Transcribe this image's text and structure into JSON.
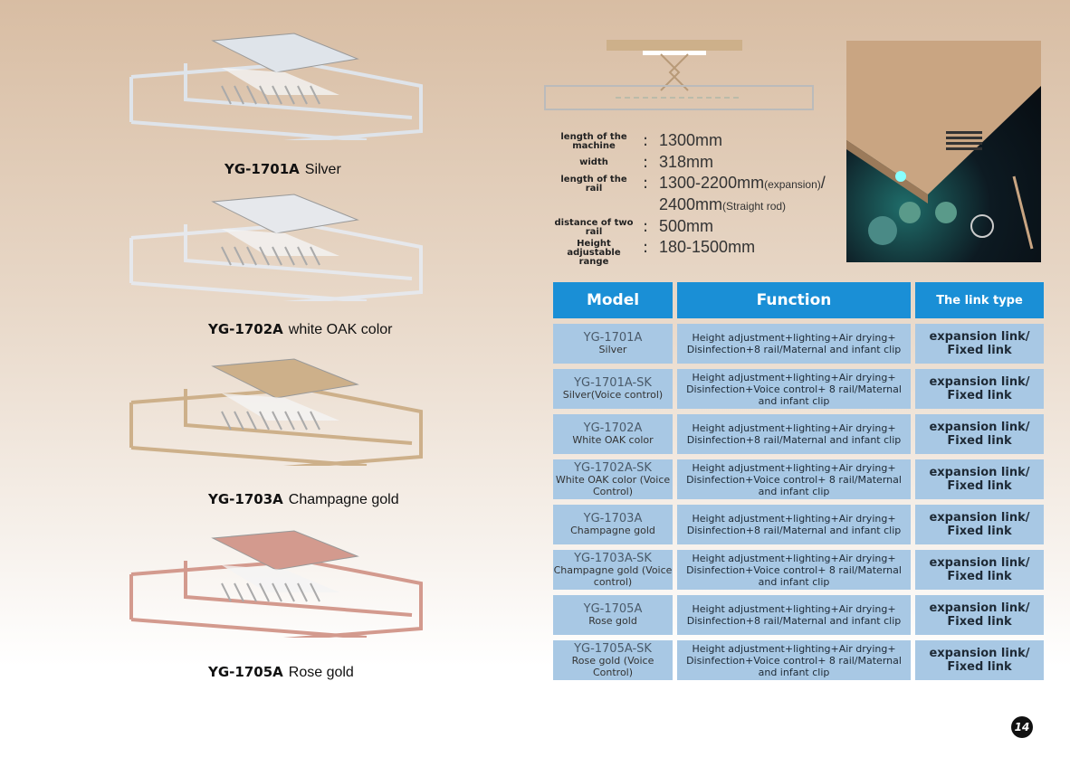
{
  "products": [
    {
      "model": "YG-1701A",
      "color": "Silver",
      "tint": "#dfe4ea"
    },
    {
      "model": "YG-1702A",
      "color": "white OAK color",
      "tint": "#e6e8ec"
    },
    {
      "model": "YG-1703A",
      "color": "Champagne gold",
      "tint": "#cdb08a"
    },
    {
      "model": "YG-1705A",
      "color": "Rose gold",
      "tint": "#d39a8e"
    }
  ],
  "specs": [
    {
      "key": "length of the machine",
      "value": "1300mm"
    },
    {
      "key": "width",
      "value": "318mm"
    },
    {
      "key": "length of the rail",
      "value": "1300-2200mm",
      "note": "(expansion)",
      "suffix": "/"
    },
    {
      "value": "2400mm",
      "note": "(Straight rod)"
    },
    {
      "key": "distance of two rail",
      "value": "500mm"
    },
    {
      "key": "Height adjustable range",
      "value": "180-1500mm"
    }
  ],
  "table": {
    "headers": [
      "Model",
      "Function",
      "The link type"
    ],
    "rows": [
      {
        "code": "YG-1701A",
        "name": "Silver",
        "function": "Height adjustment+lighting+Air drying+ Disinfection+8 rail/Maternal and infant clip",
        "link": "expansion link/ Fixed link"
      },
      {
        "code": "YG-1701A-SK",
        "name": "Silver(Voice control)",
        "function": "Height adjustment+lighting+Air drying+ Disinfection+Voice control+ 8 rail/Maternal and infant clip",
        "link": "expansion link/ Fixed link"
      },
      {
        "code": "YG-1702A",
        "name": "White OAK color",
        "function": "Height adjustment+lighting+Air drying+ Disinfection+8 rail/Maternal and infant clip",
        "link": "expansion link/ Fixed link"
      },
      {
        "code": "YG-1702A-SK",
        "name": "White OAK color (Voice Control)",
        "function": "Height adjustment+lighting+Air drying+ Disinfection+Voice control+ 8 rail/Maternal and infant clip",
        "link": "expansion link/ Fixed link"
      },
      {
        "code": "YG-1703A",
        "name": "Champagne gold",
        "function": "Height adjustment+lighting+Air drying+ Disinfection+8 rail/Maternal and infant clip",
        "link": "expansion link/ Fixed link"
      },
      {
        "code": "YG-1703A-SK",
        "name": "Champagne gold (Voice control)",
        "function": "Height adjustment+lighting+Air drying+ Disinfection+Voice control+ 8 rail/Maternal and infant clip",
        "link": "expansion link/ Fixed link"
      },
      {
        "code": "YG-1705A",
        "name": "Rose gold",
        "function": "Height adjustment+lighting+Air drying+ Disinfection+8 rail/Maternal and infant clip",
        "link": "expansion link/ Fixed link"
      },
      {
        "code": "YG-1705A-SK",
        "name": "Rose gold (Voice Control)",
        "function": "Height adjustment+lighting+Air drying+ Disinfection+Voice control+ 8 rail/Maternal and infant clip",
        "link": "expansion link/ Fixed link"
      }
    ]
  },
  "page_number": "14"
}
